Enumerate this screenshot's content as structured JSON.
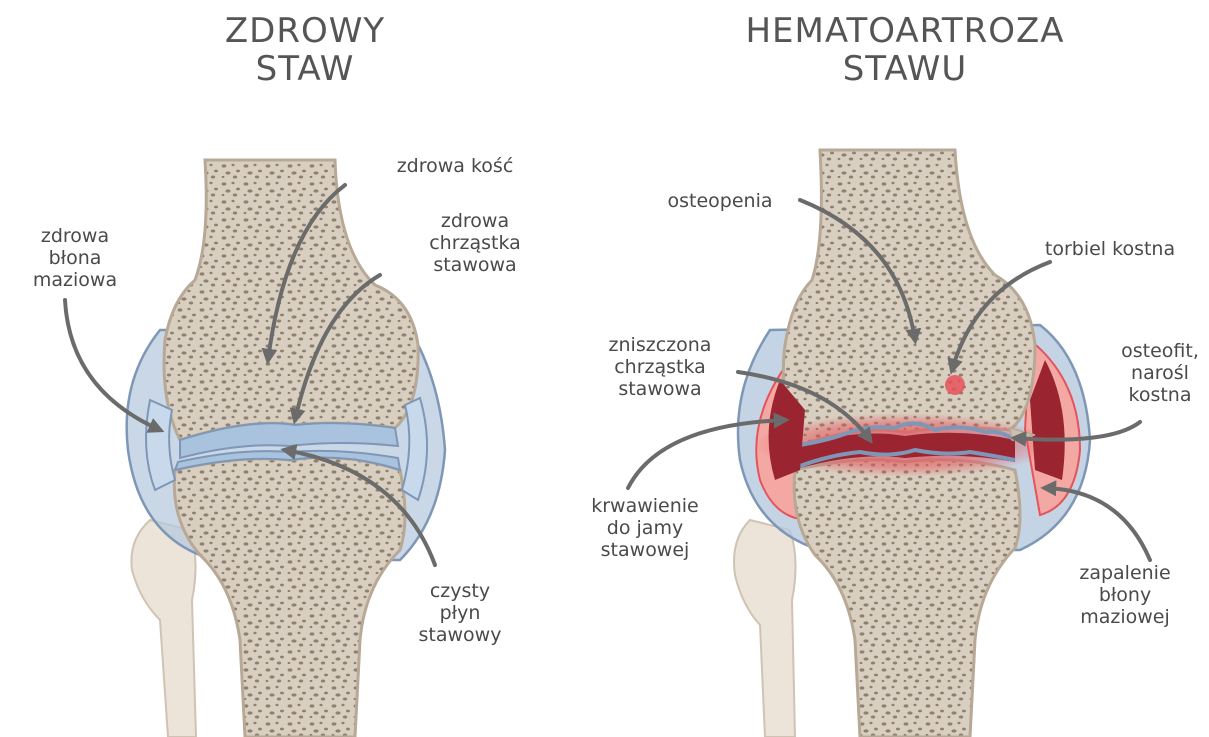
{
  "colors": {
    "bone": "#d9cfc1",
    "bone_edge": "#b8a896",
    "bone_pore": "#8f8070",
    "synovium": "#b7c9de",
    "synovium_edge": "#7e97b6",
    "cartilage": "#a9c3de",
    "inflammation": "#e5545a",
    "blood": "#9a2430",
    "arrow": "#6b6b6b"
  },
  "healthy": {
    "title": [
      "ZDROWY",
      "STAW"
    ],
    "labels": {
      "bone": [
        "zdrowa kość"
      ],
      "cartilage": [
        "zdrowa",
        "chrząstka",
        "stawowa"
      ],
      "membrane": [
        "zdrowa",
        "błona",
        "maziowa"
      ],
      "fluid": [
        "czysty",
        "płyn",
        "stawowy"
      ]
    }
  },
  "diseased": {
    "title": [
      "HEMATOARTROZA",
      "STAWU"
    ],
    "labels": {
      "osteopenia": [
        "osteopenia"
      ],
      "cyst": [
        "torbiel kostna"
      ],
      "cartilage": [
        "zniszczona",
        "chrząstka",
        "stawowa"
      ],
      "osteophyte": [
        "osteofit,",
        "narośl",
        "kostna"
      ],
      "bleeding": [
        "krwawienie",
        "do jamy",
        "stawowej"
      ],
      "synovitis": [
        "zapalenie",
        "błony",
        "maziowej"
      ]
    }
  }
}
